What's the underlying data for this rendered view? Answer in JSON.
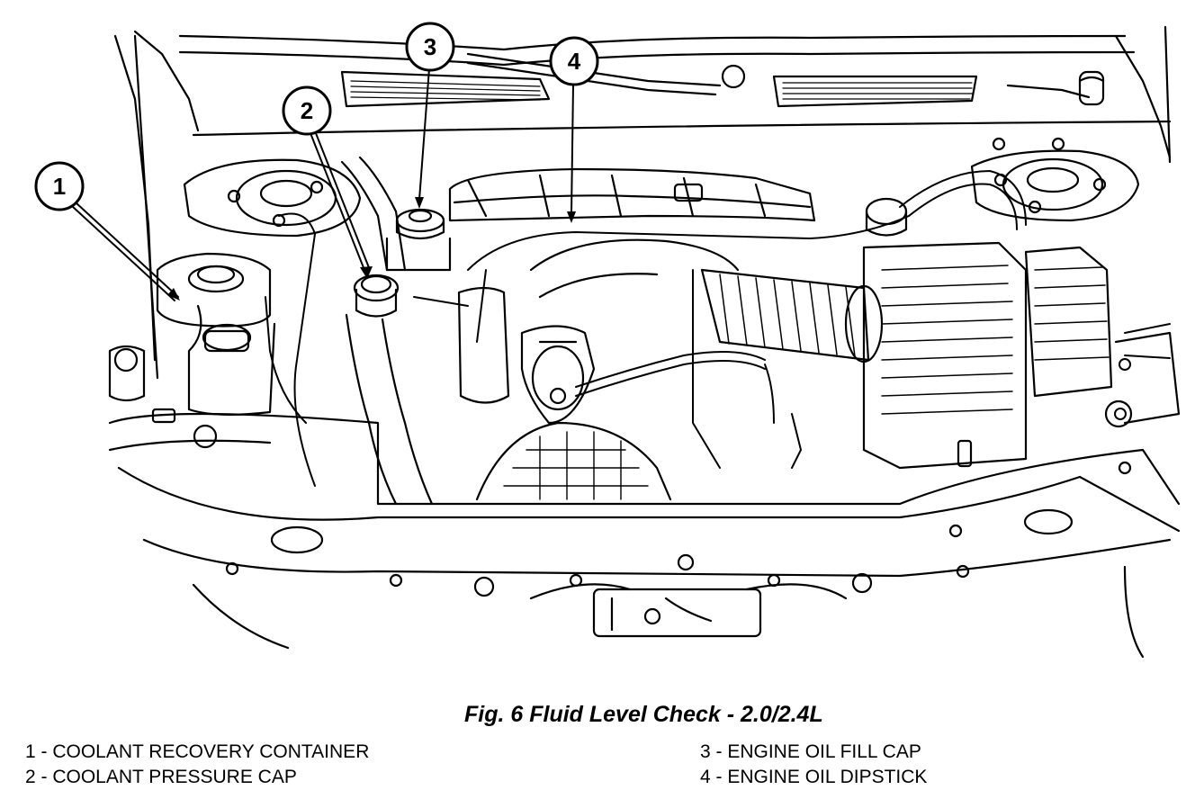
{
  "figure": {
    "caption": "Fig. 6 Fluid Level Check - 2.0/2.4L"
  },
  "callouts": [
    {
      "number": "1"
    },
    {
      "number": "2"
    },
    {
      "number": "3"
    },
    {
      "number": "4"
    }
  ],
  "legend": [
    {
      "text": "1 - COOLANT RECOVERY CONTAINER"
    },
    {
      "text": "2 - COOLANT PRESSURE CAP"
    },
    {
      "text": "3 - ENGINE OIL FILL CAP"
    },
    {
      "text": "4 - ENGINE OIL DIPSTICK"
    }
  ],
  "colors": {
    "line": "#000000",
    "background": "#ffffff"
  }
}
